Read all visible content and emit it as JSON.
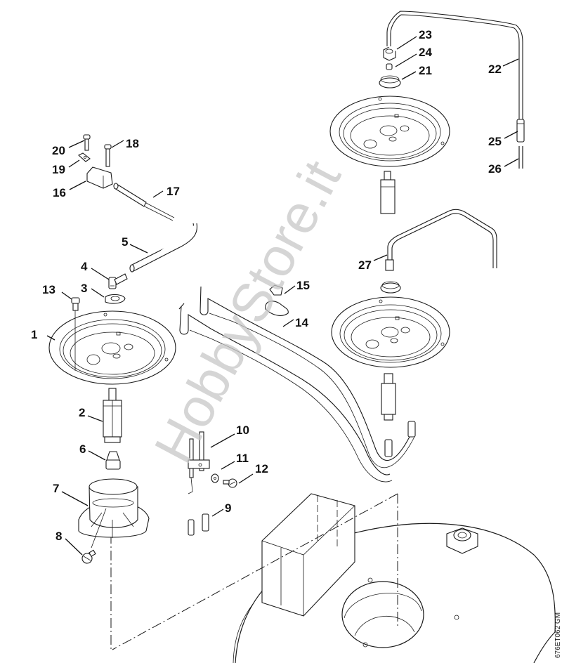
{
  "diagram": {
    "reference_code": "676ET062 GM",
    "watermark": "HobbyStore.it",
    "colors": {
      "line": "#1a1a1a",
      "watermark": "#c8c8c8",
      "background": "#ffffff"
    },
    "callouts": [
      {
        "id": "1",
        "label": "1"
      },
      {
        "id": "2",
        "label": "2"
      },
      {
        "id": "3",
        "label": "3"
      },
      {
        "id": "4",
        "label": "4"
      },
      {
        "id": "5",
        "label": "5"
      },
      {
        "id": "6",
        "label": "6"
      },
      {
        "id": "7",
        "label": "7"
      },
      {
        "id": "8",
        "label": "8"
      },
      {
        "id": "9",
        "label": "9"
      },
      {
        "id": "10",
        "label": "10"
      },
      {
        "id": "11",
        "label": "11"
      },
      {
        "id": "12",
        "label": "12"
      },
      {
        "id": "13",
        "label": "13"
      },
      {
        "id": "14",
        "label": "14"
      },
      {
        "id": "15",
        "label": "15"
      },
      {
        "id": "16",
        "label": "16"
      },
      {
        "id": "17",
        "label": "17"
      },
      {
        "id": "18",
        "label": "18"
      },
      {
        "id": "19",
        "label": "19"
      },
      {
        "id": "20",
        "label": "20"
      },
      {
        "id": "21",
        "label": "21"
      },
      {
        "id": "22",
        "label": "22"
      },
      {
        "id": "23",
        "label": "23"
      },
      {
        "id": "24",
        "label": "24"
      },
      {
        "id": "25",
        "label": "25"
      },
      {
        "id": "26",
        "label": "26"
      },
      {
        "id": "27",
        "label": "27"
      }
    ]
  }
}
